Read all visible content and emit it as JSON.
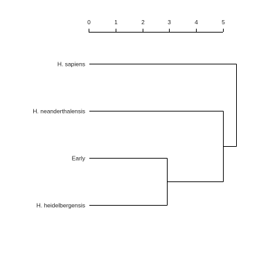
{
  "chart_data": {
    "type": "dendrogram",
    "orientation": "horizontal",
    "axis": {
      "min": 0,
      "max": 5,
      "ticks": [
        0,
        1,
        2,
        3,
        4,
        5
      ],
      "tick_labels": [
        "0",
        "1",
        "2",
        "3",
        "4",
        "5"
      ],
      "position": "top"
    },
    "leaves": [
      "H. sapiens",
      "H. neanderthalensis",
      "Early",
      "H. heidelbergensis"
    ],
    "merges": [
      {
        "children": [
          "Early",
          "H. heidelbergensis"
        ],
        "height": 2.9
      },
      {
        "children": [
          "H. neanderthalensis",
          "merge-0"
        ],
        "height": 5.0
      },
      {
        "children": [
          "H. sapiens",
          "merge-1"
        ],
        "height": 5.5
      }
    ]
  }
}
